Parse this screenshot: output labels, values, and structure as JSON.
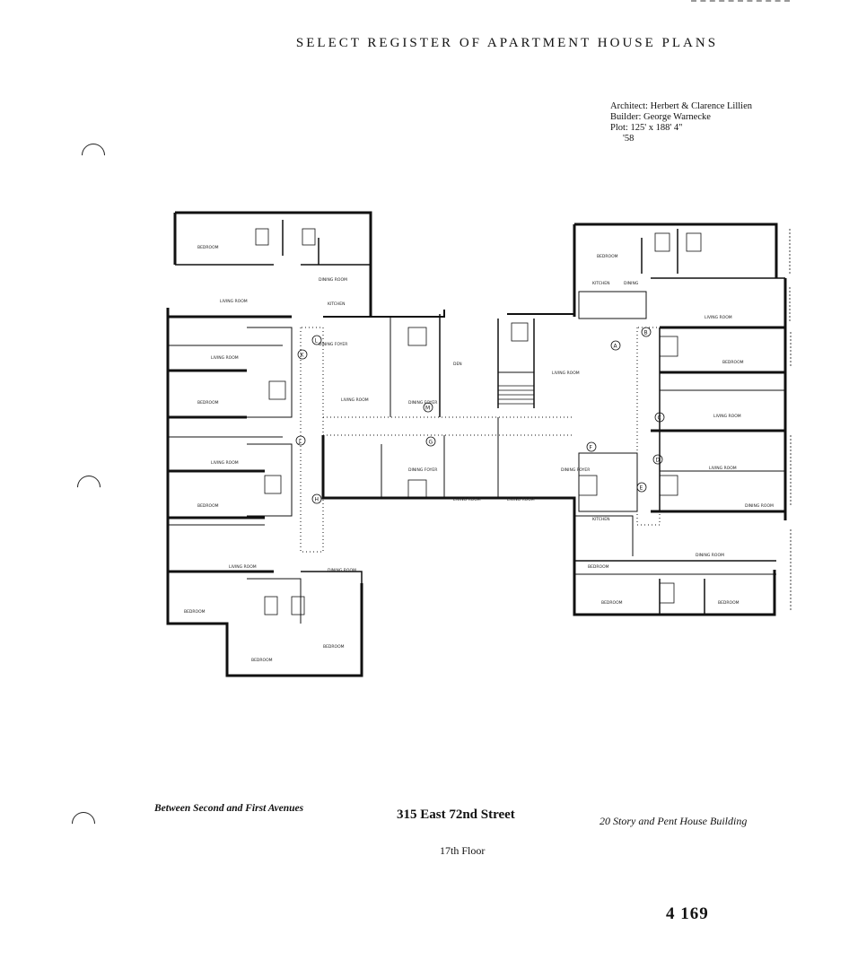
{
  "header": {
    "title": "SELECT REGISTER OF APARTMENT HOUSE PLANS"
  },
  "credits": {
    "architect": "Architect: Herbert & Clarence Lillien",
    "builder": "Builder: George Warnecke",
    "plot": "Plot: 125' x 188' 4\"",
    "code": "'58"
  },
  "captions": {
    "location": "Between Second and First Avenues",
    "address": "315 East 72nd Street",
    "building": "20 Story and Pent House Building",
    "floor": "17th Floor"
  },
  "page_number": "4 169",
  "plan": {
    "room_labels": [
      "BEDROOM",
      "LIVING ROOM",
      "DINING ROOM",
      "KITCHEN",
      "DINING FOYER",
      "BEDROOM",
      "LIVING ROOM",
      "BEDROOM",
      "LIVING ROOM",
      "BEDROOM",
      "LIVING ROOM",
      "DINING ROOM",
      "BEDROOM",
      "BEDROOM",
      "BEDROOM",
      "KITCHEN",
      "DINING",
      "LIVING ROOM",
      "BEDROOM",
      "LIVING ROOM",
      "LIVING ROOM",
      "DINING ROOM",
      "KITCHEN",
      "DINING ROOM",
      "BEDROOM",
      "BEDROOM",
      "BEDROOM",
      "DEN",
      "LIVING ROOM",
      "DINING FOYER",
      "LIVING ROOM",
      "DINING FOYER",
      "LIVING ROOM",
      "DINING FOYER",
      "LIVING ROOM"
    ],
    "unit_letters": [
      "A",
      "B",
      "C",
      "D",
      "E",
      "F",
      "G",
      "H",
      "J",
      "K",
      "L",
      "M"
    ]
  }
}
